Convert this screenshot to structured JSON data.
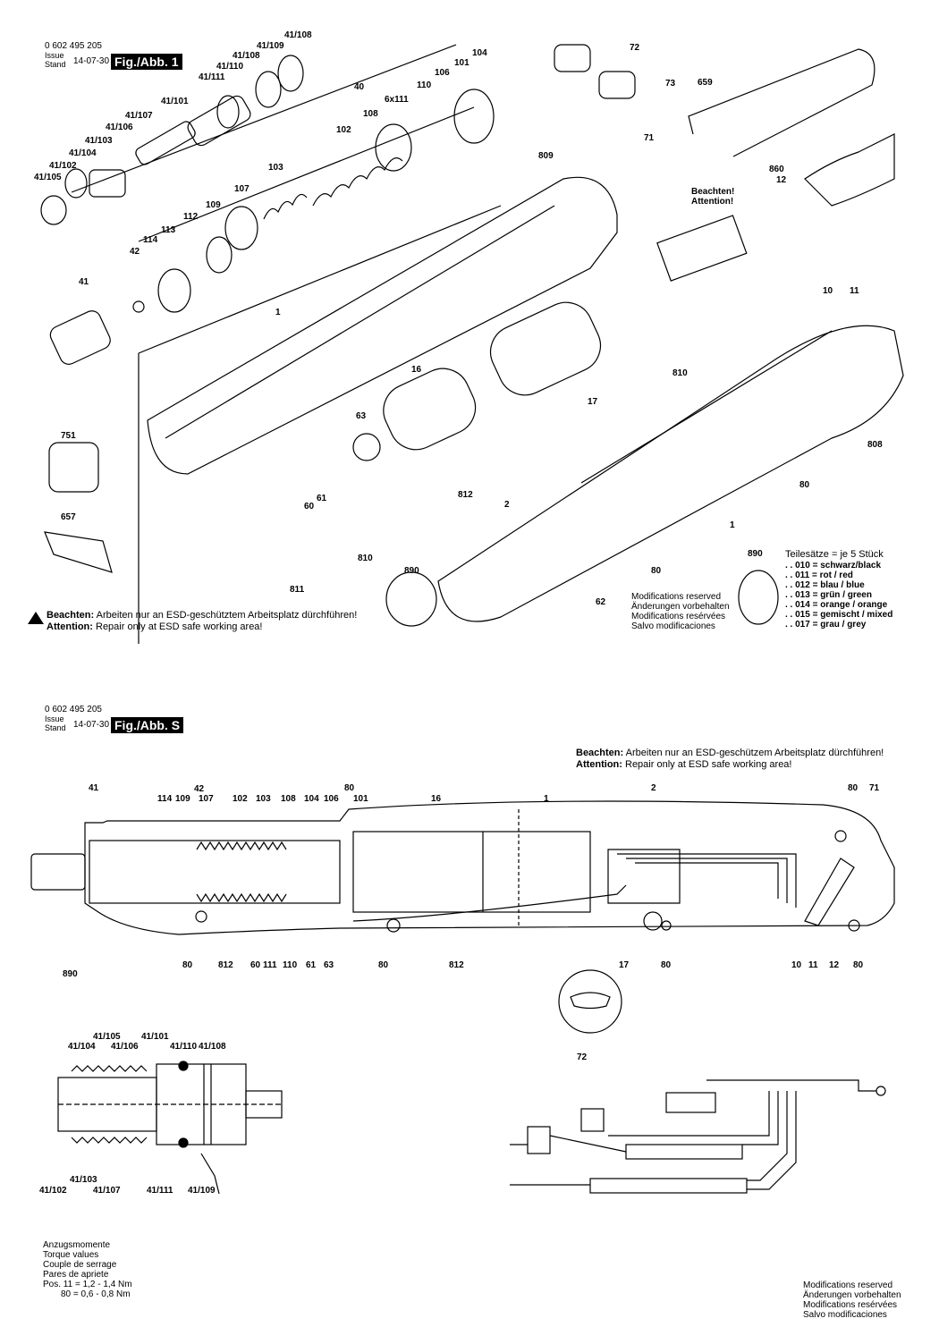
{
  "page1": {
    "part_number": "0 602 495 205",
    "issue_label": "Issue",
    "stand_label": "Stand",
    "date": "14-07-30",
    "figure_label": "Fig./Abb. 1",
    "esd_warning_title_de": "Beachten:",
    "esd_warning_text_de": "Arbeiten nur an ESD-geschütztem Arbeitsplatz dürchführen!",
    "esd_warning_title_en": "Attention:",
    "esd_warning_text_en": "Repair only at ESD safe working area!",
    "board_caution_de": "Beachten!",
    "board_caution_en": "Attention!",
    "modifications": [
      "Modifications reserved",
      "Änderungen vorbehalten",
      "Modifications resérvées",
      "Salvo modificaciones"
    ],
    "kits_title": "Teilesätze = je 5 Stück",
    "kits": [
      ". . 010 = schwarz/black",
      ". . 011 = rot / red",
      ". . 012 = blau / blue",
      ". . 013 = grün / green",
      ". . 014 = orange / orange",
      ". . 015 = gemischt / mixed",
      ". . 017 = grau / grey"
    ],
    "callouts": [
      "41/108",
      "41/109",
      "41/108",
      "41/110",
      "41/111",
      "41/101",
      "41/107",
      "41/106",
      "41/103",
      "41/104",
      "41/102",
      "41/105",
      "40",
      "6x111",
      "110",
      "106",
      "101",
      "104",
      "108",
      "102",
      "103",
      "107",
      "109",
      "112",
      "113",
      "114",
      "42",
      "41",
      "1",
      "16",
      "63",
      "751",
      "657",
      "72",
      "73",
      "659",
      "71",
      "809",
      "860",
      "12",
      "10",
      "11",
      "810",
      "17",
      "808",
      "80",
      "812",
      "2",
      "60",
      "61",
      "810",
      "811",
      "890",
      "62",
      "80",
      "890"
    ]
  },
  "page2": {
    "part_number": "0 602 495 205",
    "issue_label": "Issue",
    "stand_label": "Stand",
    "date": "14-07-30",
    "figure_label": "Fig./Abb. S",
    "esd_warning_title_de": "Beachten:",
    "esd_warning_text_de": "Arbeiten nur an ESD-geschützem Arbeitsplatz dürchführen!",
    "esd_warning_title_en": "Attention:",
    "esd_warning_text_en": "Repair only at ESD safe working area!",
    "top_callouts": [
      "41",
      "114",
      "109",
      "42",
      "107",
      "102",
      "103",
      "108",
      "104",
      "80",
      "106",
      "101",
      "16",
      "1",
      "2",
      "80",
      "71"
    ],
    "bottom_callouts": [
      "890",
      "80",
      "812",
      "60",
      "111",
      "110",
      "61",
      "63",
      "80",
      "812",
      "17",
      "80",
      "10",
      "11",
      "12",
      "80"
    ],
    "detail_callout": "72",
    "section_callouts_top": [
      "41/105",
      "41/104",
      "41/106",
      "41/101",
      "41/110",
      "41/108"
    ],
    "section_callouts_bottom": [
      "41/102",
      "41/103",
      "41/107",
      "41/111",
      "41/109"
    ],
    "torque_title": [
      "Anzugsmomente",
      "Torque values",
      "Couple de serrage",
      "Pares de apriete"
    ],
    "torque_rows": [
      "Pos. 11 =  1,2 -   1,4 Nm",
      "80 =  0,6 -   0,8 Nm"
    ],
    "modifications": [
      "Modifications reserved",
      "Änderungen vorbehalten",
      "Modifications resérvées",
      "Salvo modificaciones"
    ]
  }
}
